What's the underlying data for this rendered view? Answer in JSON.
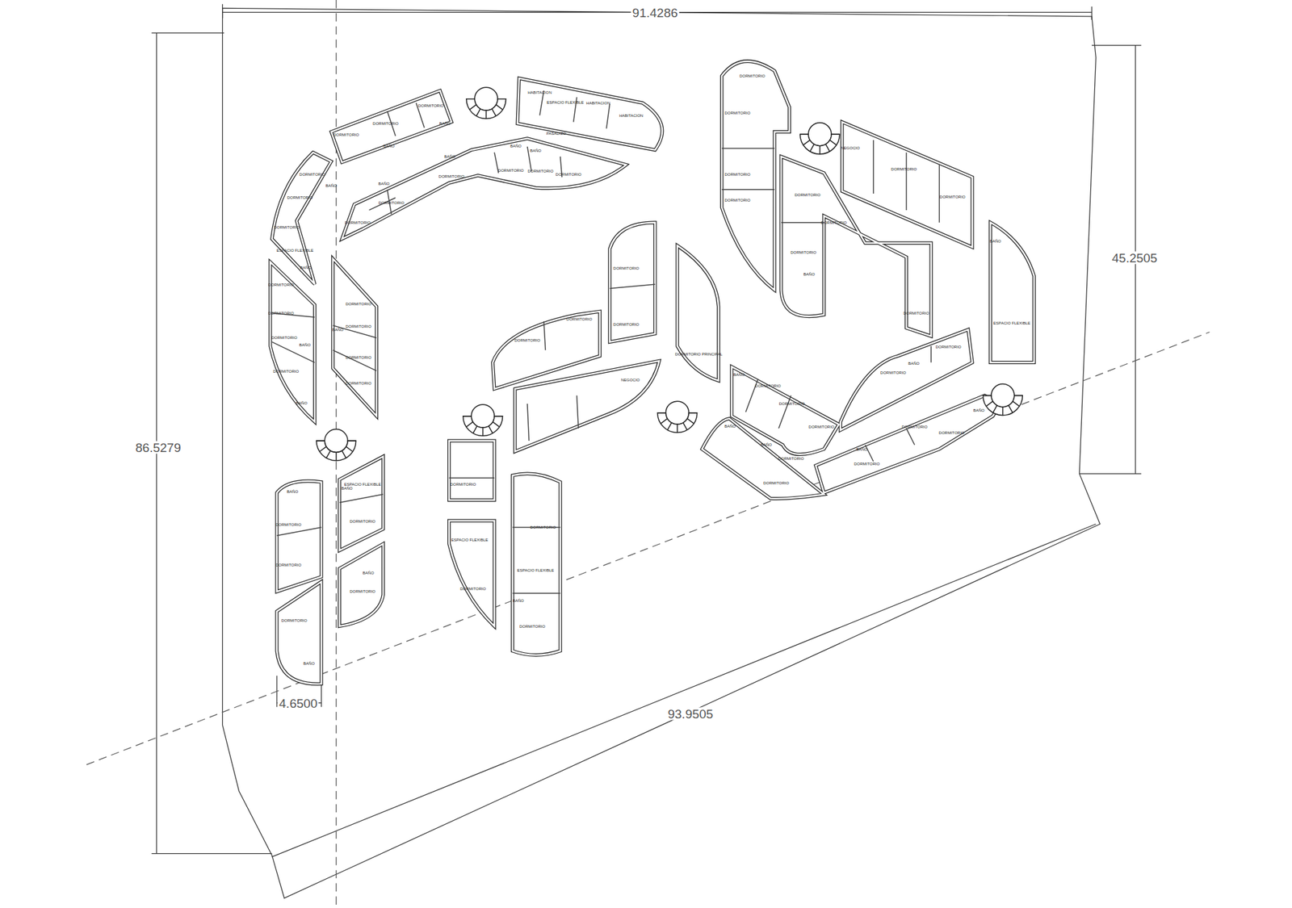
{
  "diagram": {
    "labels": [
      "91.4286",
      "86.5279",
      "45.2505",
      "93.9505",
      "4.6500",
      "HABITACION",
      "ESPACIO FLEXIBLE",
      "HABITACION",
      "HABITACION",
      "PASADIZO",
      "BAÑO",
      "BAÑO",
      "DORMITORIO",
      "DORMITORIO",
      "DORMITORIO",
      "BAÑO",
      "DORMITORIO",
      "DORMITORIO",
      "DORMITORIO",
      "BAÑO",
      "BAÑO",
      "BAÑO",
      "DORMITORIO",
      "DORMITORIO",
      "DORMITORIO",
      "DORMITORIO",
      "BAÑO",
      "DORMITORIO",
      "DORMITORIO",
      "ESPACIO FLEXIBLE",
      "BAÑO",
      "DORMITORIO",
      "DORMITORIO",
      "DORMITORIO",
      "BAÑO",
      "DORMITORIO",
      "BAÑO",
      "DORMITORIO",
      "BAÑO",
      "DORMITORIO",
      "DORMITORIO",
      "DORMITORIO",
      "BAÑO",
      "DORMITORIO",
      "DORMITORIO",
      "ESPACIO FLEXIBLE",
      "BAÑO",
      "DORMITORIO",
      "BAÑO",
      "DORMITORIO",
      "DORMITORIO",
      "BAÑO",
      "DORMITORIO",
      "DORMITORIO",
      "DORMITORIO",
      "DORMITORIO",
      "NEGOCIO",
      "DORMITORIO",
      "ESPACIO FLEXIBLE",
      "DORMITORIO",
      "DORMITORIO",
      "ESPACIO FLEXIBLE",
      "BAÑO",
      "DORMITORIO",
      "DORMITORIO PRINCIPAL",
      "DORMITORIO",
      "DORMITORIO",
      "DORMITORIO",
      "DORMITORIO",
      "NEGOCIO",
      "DORMITORIO",
      "DORMITORIO",
      "DORMITORIO",
      "DORMITORIO",
      "DORMITORIO",
      "BAÑO",
      "DORMITORIO",
      "DORMITORIO",
      "ESPACIO FLEXIBLE",
      "BAÑO",
      "DORMITORIO",
      "BAÑO",
      "BAÑO",
      "DORMITORIO",
      "DORMITORIO",
      "DORMITORIO",
      "BAÑO",
      "BAÑO",
      "DORMITORIO",
      "DORMITORIO",
      "DORMITORIO",
      "BAÑO",
      "DORMITORIO",
      "BAÑO",
      "DORMITORIO"
    ]
  }
}
